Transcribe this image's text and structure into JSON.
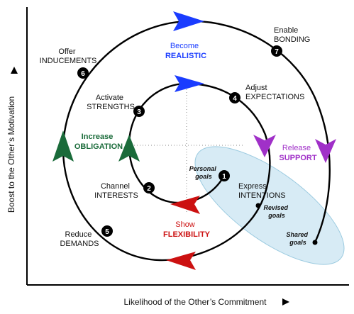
{
  "axes": {
    "x_label": "Likelihood of the Other’s Commitment",
    "y_label": "Boost to the Other’s Motivation"
  },
  "steps": [
    {
      "number": "1",
      "line1": "",
      "line2": ""
    },
    {
      "number": "2",
      "line1": "Channel",
      "line2": "INTERESTS"
    },
    {
      "number": "3",
      "line1": "Activate",
      "line2": "STRENGTHS"
    },
    {
      "number": "4",
      "line1": "Adjust",
      "line2": "EXPECTATIONS"
    },
    {
      "number": "5",
      "line1": "Reduce",
      "line2": "DEMANDS"
    },
    {
      "number": "6",
      "line1": "Offer",
      "line2": "INDUCEMENTS"
    },
    {
      "number": "7",
      "line1": "Enable",
      "line2": "BONDING"
    }
  ],
  "express": {
    "line1": "Express",
    "line2": "INTENTIONS"
  },
  "forces": {
    "realistic": {
      "line1": "Become",
      "line2": "REALISTIC",
      "color": "#1a3cff"
    },
    "obligation": {
      "line1": "Increase",
      "line2": "OBLIGATION",
      "color": "#1a6b3a"
    },
    "support": {
      "line1": "Release",
      "line2": "SUPPORT",
      "color": "#a030c8"
    },
    "flexibility": {
      "line1": "Show",
      "line2": "FLEXIBILITY",
      "color": "#cc1111"
    }
  },
  "goals": {
    "personal": {
      "line1": "Personal",
      "line2": "goals"
    },
    "revised": {
      "line1": "Revised",
      "line2": "goals"
    },
    "shared": {
      "line1": "Shared",
      "line2": "goals"
    }
  },
  "colors": {
    "spiral": "#000000",
    "band": "#d7ebf5",
    "band_stroke": "#9ccbe0"
  }
}
